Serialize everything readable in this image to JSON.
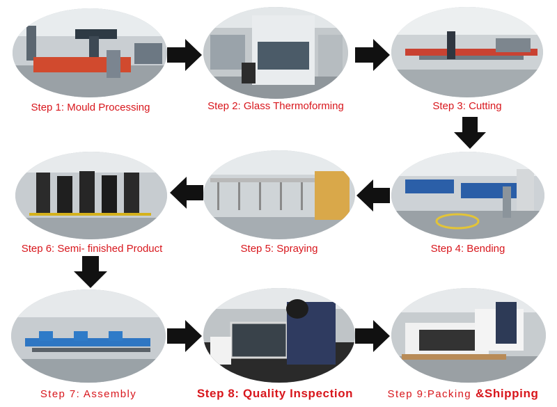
{
  "colors": {
    "label": "#d8161c",
    "arrow": "#111111"
  },
  "steps": [
    {
      "label": "Step 1: Mould Processing",
      "icon": "cnc-machine-photo"
    },
    {
      "label": "Step 2: Glass Thermoforming",
      "icon": "thermoforming-press-photo"
    },
    {
      "label": "Step 3: Cutting",
      "icon": "cutting-station-photo"
    },
    {
      "label": "Step 4: Bending",
      "icon": "pipe-bending-machine-photo"
    },
    {
      "label": "Step 5: Spraying",
      "icon": "spray-booth-photo"
    },
    {
      "label": "Step 6: Semi- finished Product",
      "icon": "product-racks-photo"
    },
    {
      "label": "Step 7: Assembly",
      "icon": "assembly-line-photo"
    },
    {
      "label": "Step 8: Quality Inspection",
      "icon": "inspector-at-table-photo"
    },
    {
      "label": "Step 9:Packing",
      "label_extra": "&Shipping",
      "icon": "packed-cabinets-photo"
    }
  ],
  "arrows": [
    "arrow-right",
    "arrow-right",
    "arrow-down",
    "arrow-left",
    "arrow-left",
    "arrow-down",
    "arrow-right",
    "arrow-right"
  ]
}
